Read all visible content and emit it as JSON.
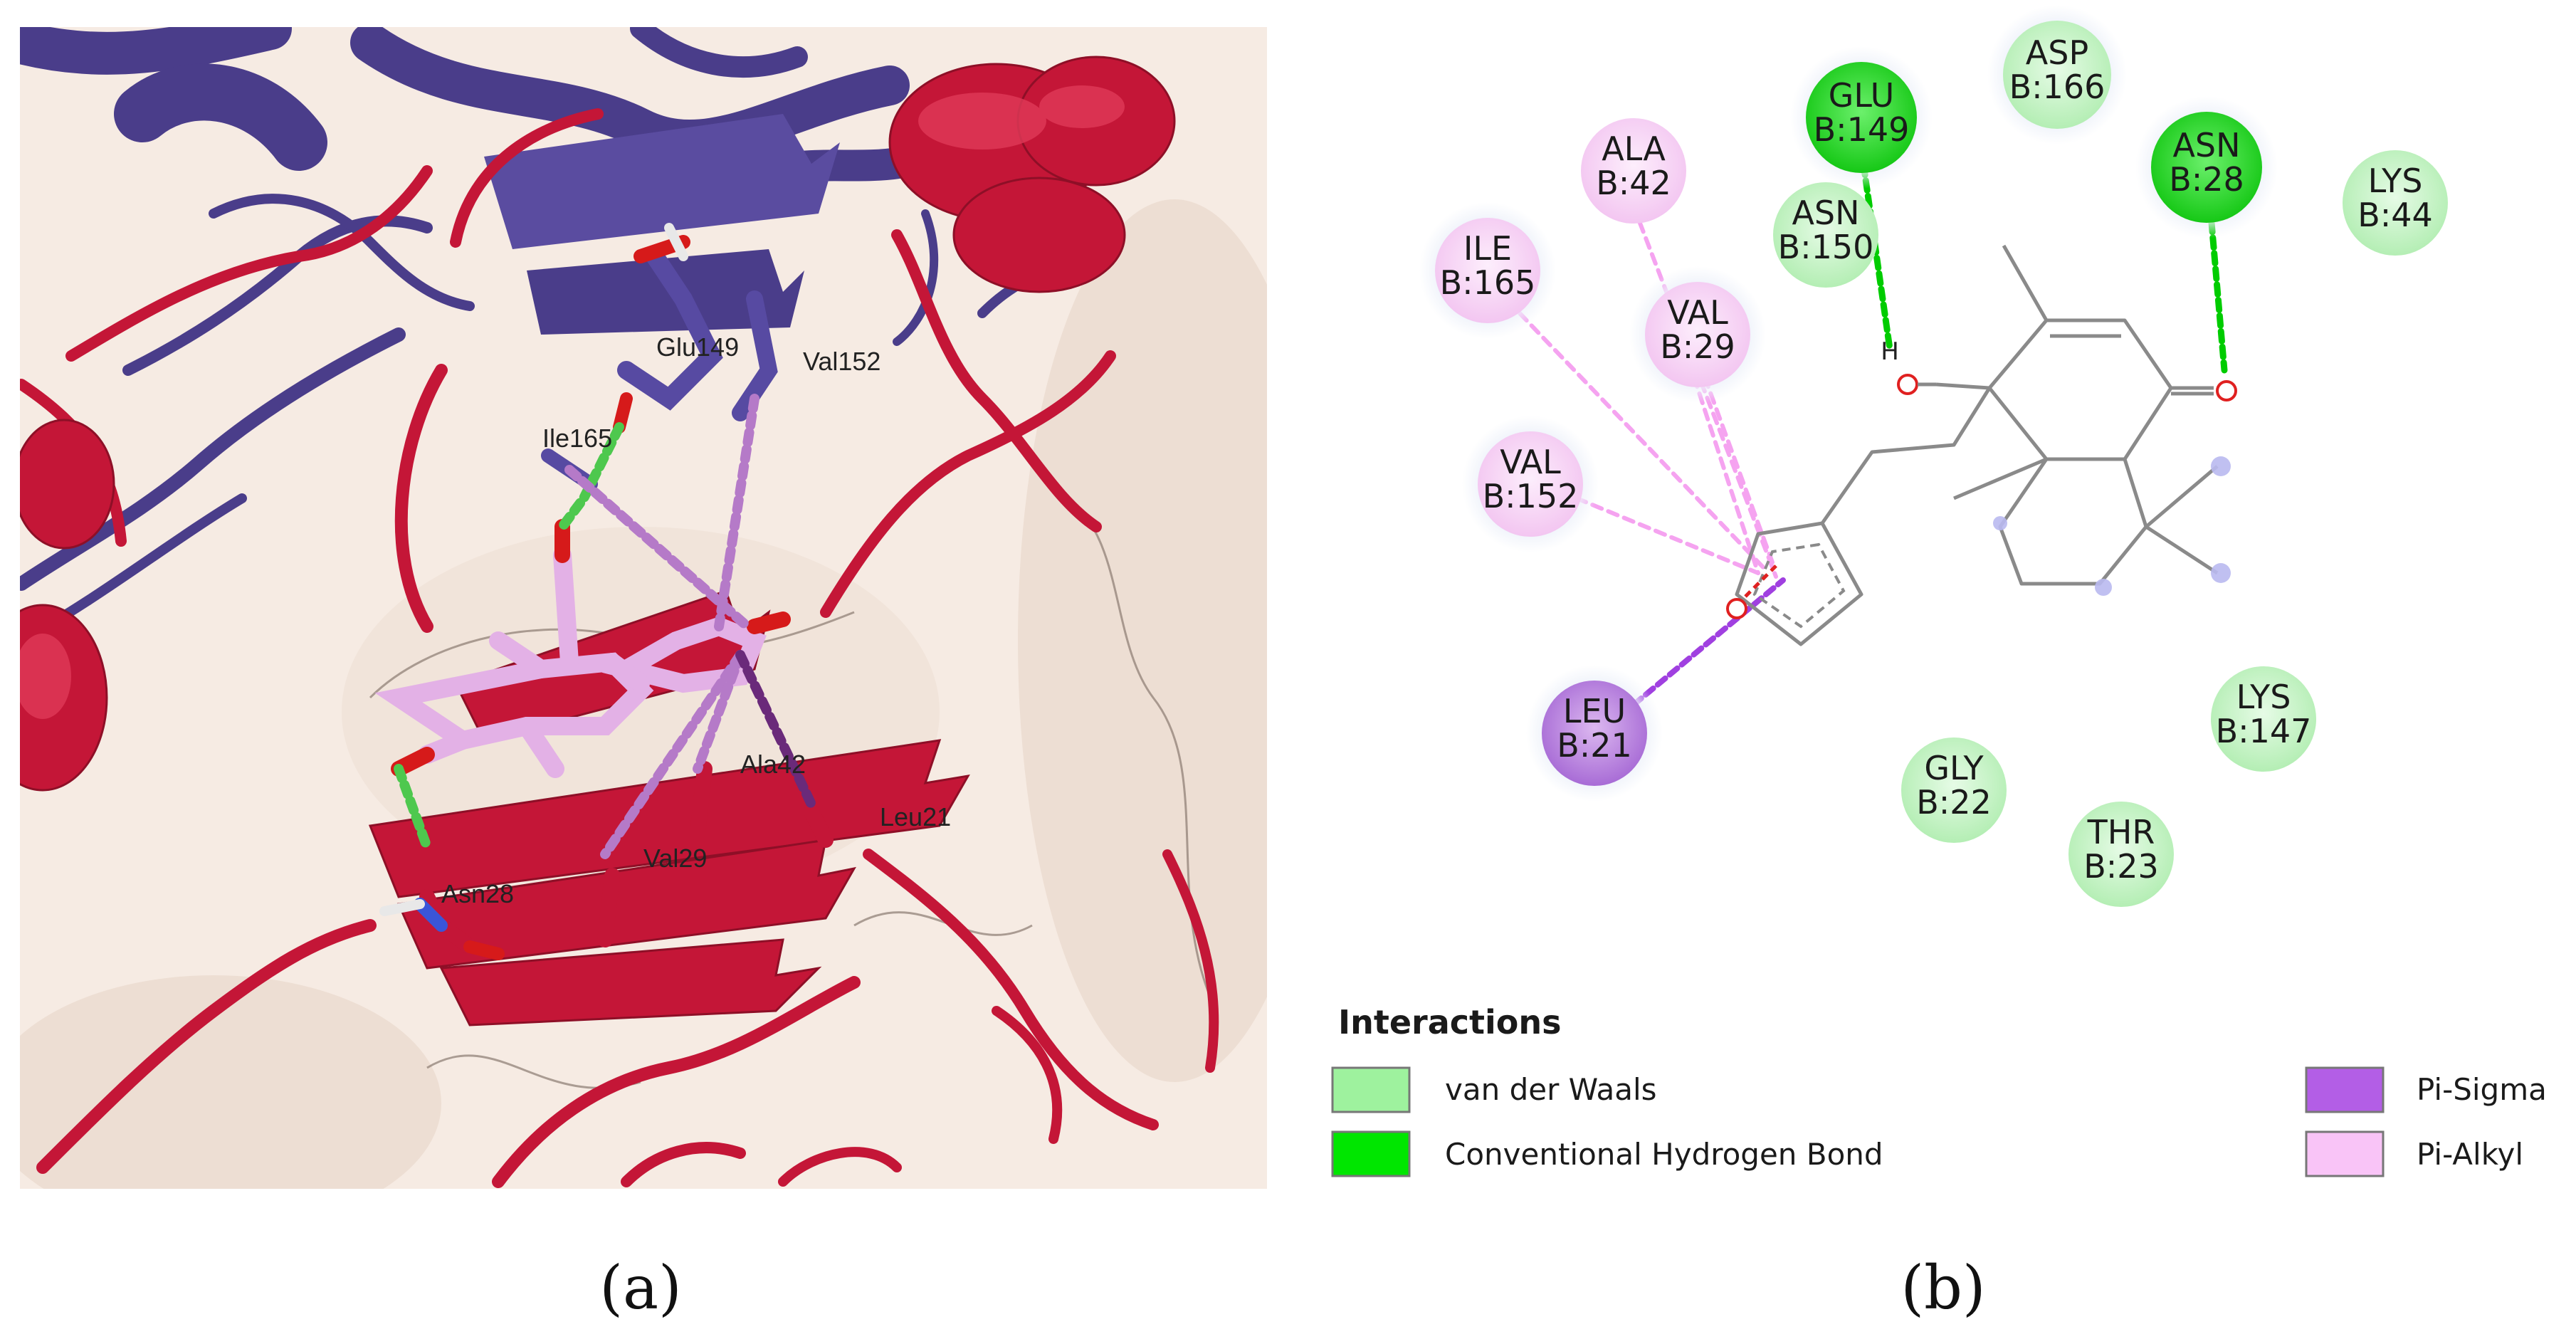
{
  "panel_a": {
    "caption": "(a)",
    "residue_labels": {
      "glu149": "Glu149",
      "val152": "Val152",
      "ile165": "Ile165",
      "ala42": "Ala42",
      "leu21": "Leu21",
      "val29": "Val29",
      "asn28": "Asn28"
    },
    "colors": {
      "surface": "#f7ece4",
      "chain_a": "#4b3f8c",
      "chain_b": "#c8173a",
      "ligand": "#e3b1e6"
    }
  },
  "panel_b": {
    "caption": "(b)",
    "residues": {
      "glu149": {
        "name": "GLU",
        "id": "B:149",
        "type": "hbond"
      },
      "asp166": {
        "name": "ASP",
        "id": "B:166",
        "type": "vdw"
      },
      "asn28": {
        "name": "ASN",
        "id": "B:28",
        "type": "hbond"
      },
      "lys44": {
        "name": "LYS",
        "id": "B:44",
        "type": "vdw"
      },
      "ala42": {
        "name": "ALA",
        "id": "B:42",
        "type": "pi_alkyl"
      },
      "asn150": {
        "name": "ASN",
        "id": "B:150",
        "type": "vdw"
      },
      "ile165": {
        "name": "ILE",
        "id": "B:165",
        "type": "pi_alkyl"
      },
      "val29": {
        "name": "VAL",
        "id": "B:29",
        "type": "pi_alkyl"
      },
      "val152": {
        "name": "VAL",
        "id": "B:152",
        "type": "pi_alkyl"
      },
      "leu21": {
        "name": "LEU",
        "id": "B:21",
        "type": "pi_sigma"
      },
      "lys147": {
        "name": "LYS",
        "id": "B:147",
        "type": "vdw"
      },
      "gly22": {
        "name": "GLY",
        "id": "B:22",
        "type": "vdw"
      },
      "thr23": {
        "name": "THR",
        "id": "B:23",
        "type": "vdw"
      }
    },
    "atoms": {
      "h": "H",
      "o_hydroxyl": "O",
      "o_carbonyl": "O",
      "o_furan": "O"
    },
    "legend": {
      "title": "Interactions",
      "items": [
        {
          "key": "vdw",
          "label": "van der Waals",
          "color": "#9ef29e"
        },
        {
          "key": "hbond",
          "label": "Conventional Hydrogen Bond",
          "color": "#00e600"
        },
        {
          "key": "pi_sigma",
          "label": "Pi-Sigma",
          "color": "#b35ee6"
        },
        {
          "key": "pi_alkyl",
          "label": "Pi-Alkyl",
          "color": "#f9c4f7"
        }
      ]
    },
    "colors": {
      "vdw": "#c8f5c8",
      "hbond": "#2fdc2f",
      "pi_sigma": "#b57ddc",
      "pi_alkyl": "#f7d3f5",
      "hbond_line": "#00cc00",
      "pi_alkyl_line": "#f5a3f0",
      "pi_sigma_line": "#a040e0",
      "bond": "#8a8a8a",
      "oxygen": "#e02020"
    }
  }
}
